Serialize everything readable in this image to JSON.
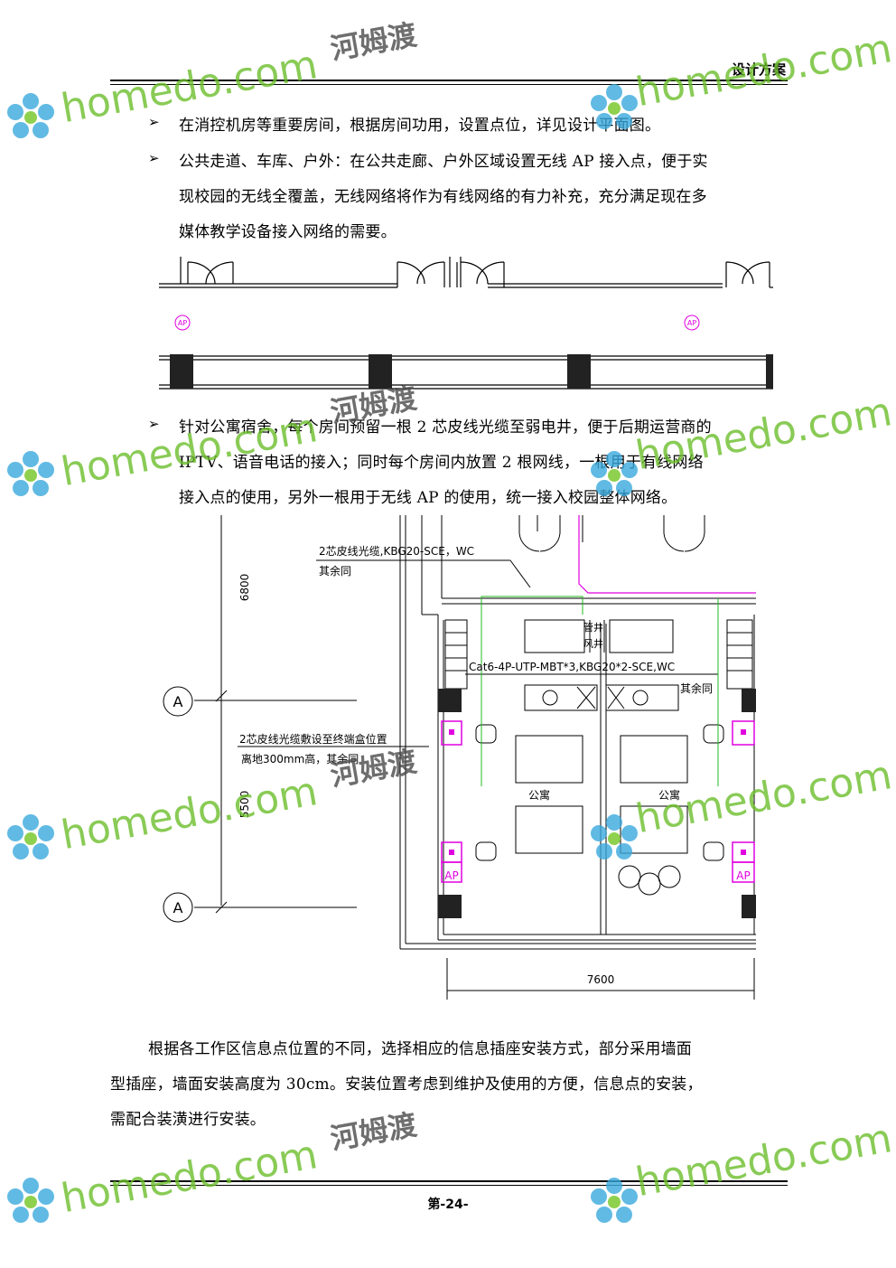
{
  "header": {
    "title": "设计方案"
  },
  "bullets": [
    {
      "lines": [
        "在消控机房等重要房间，根据房间功用，设置点位，详见设计平面图。"
      ]
    },
    {
      "lines": [
        "公共走道、车库、户外：在公共走廊、户外区域设置无线 AP 接入点，便于实",
        "现校园的无线全覆盖，无线网络将作为有线网络的有力补充，充分满足现在多",
        "媒体教学设备接入网络的需要。"
      ]
    },
    {
      "lines": [
        "针对公寓宿舍，每个房间预留一根 2 芯皮线光缆至弱电井，便于后期运营商的",
        "IPTV、语音电话的接入；同时每个房间内放置 2 根网线，一根用于有线网络",
        "接入点的使用，另外一根用于无线 AP 的使用，统一接入校园整体网络。"
      ]
    }
  ],
  "bullet_symbol": "➢",
  "corridor": {
    "ap_label": "AP"
  },
  "plan": {
    "dim_top": "6800",
    "dim_mid": "5500",
    "dim_bottom": "7600",
    "axis": "A",
    "note1": "2芯皮线光缆,KBG20-SCE，WC",
    "note1b": "其余同",
    "note2": "Cat6-4P-UTP-MBT*3,KBG20*2-SCE,WC",
    "note2b": "其余同",
    "note3": "2芯皮线光缆敷设至终端盒位置",
    "note3b": "离地300mm高，其余同",
    "shaft1": "管井",
    "shaft2": "风井",
    "room": "公寓",
    "ap": "AP"
  },
  "paragraph": {
    "lines": [
      "根据各工作区信息点位置的不同，选择相应的信息插座安装方式，部分采用墙面",
      "型插座，墙面安装高度为 30cm。安装位置考虑到维护及使用的方便，信息点的安装，",
      "需配合装潢进行安装。"
    ]
  },
  "footer": {
    "page": "第-24-"
  },
  "watermark": {
    "text_a": "homedo.com",
    "text_b": "河姆渡"
  },
  "colors": {
    "watermark_green": "#6cbf2c",
    "flower_blue": "#3aa9dd",
    "plan_magenta": "#e000e0",
    "plan_green": "#22bb22"
  }
}
